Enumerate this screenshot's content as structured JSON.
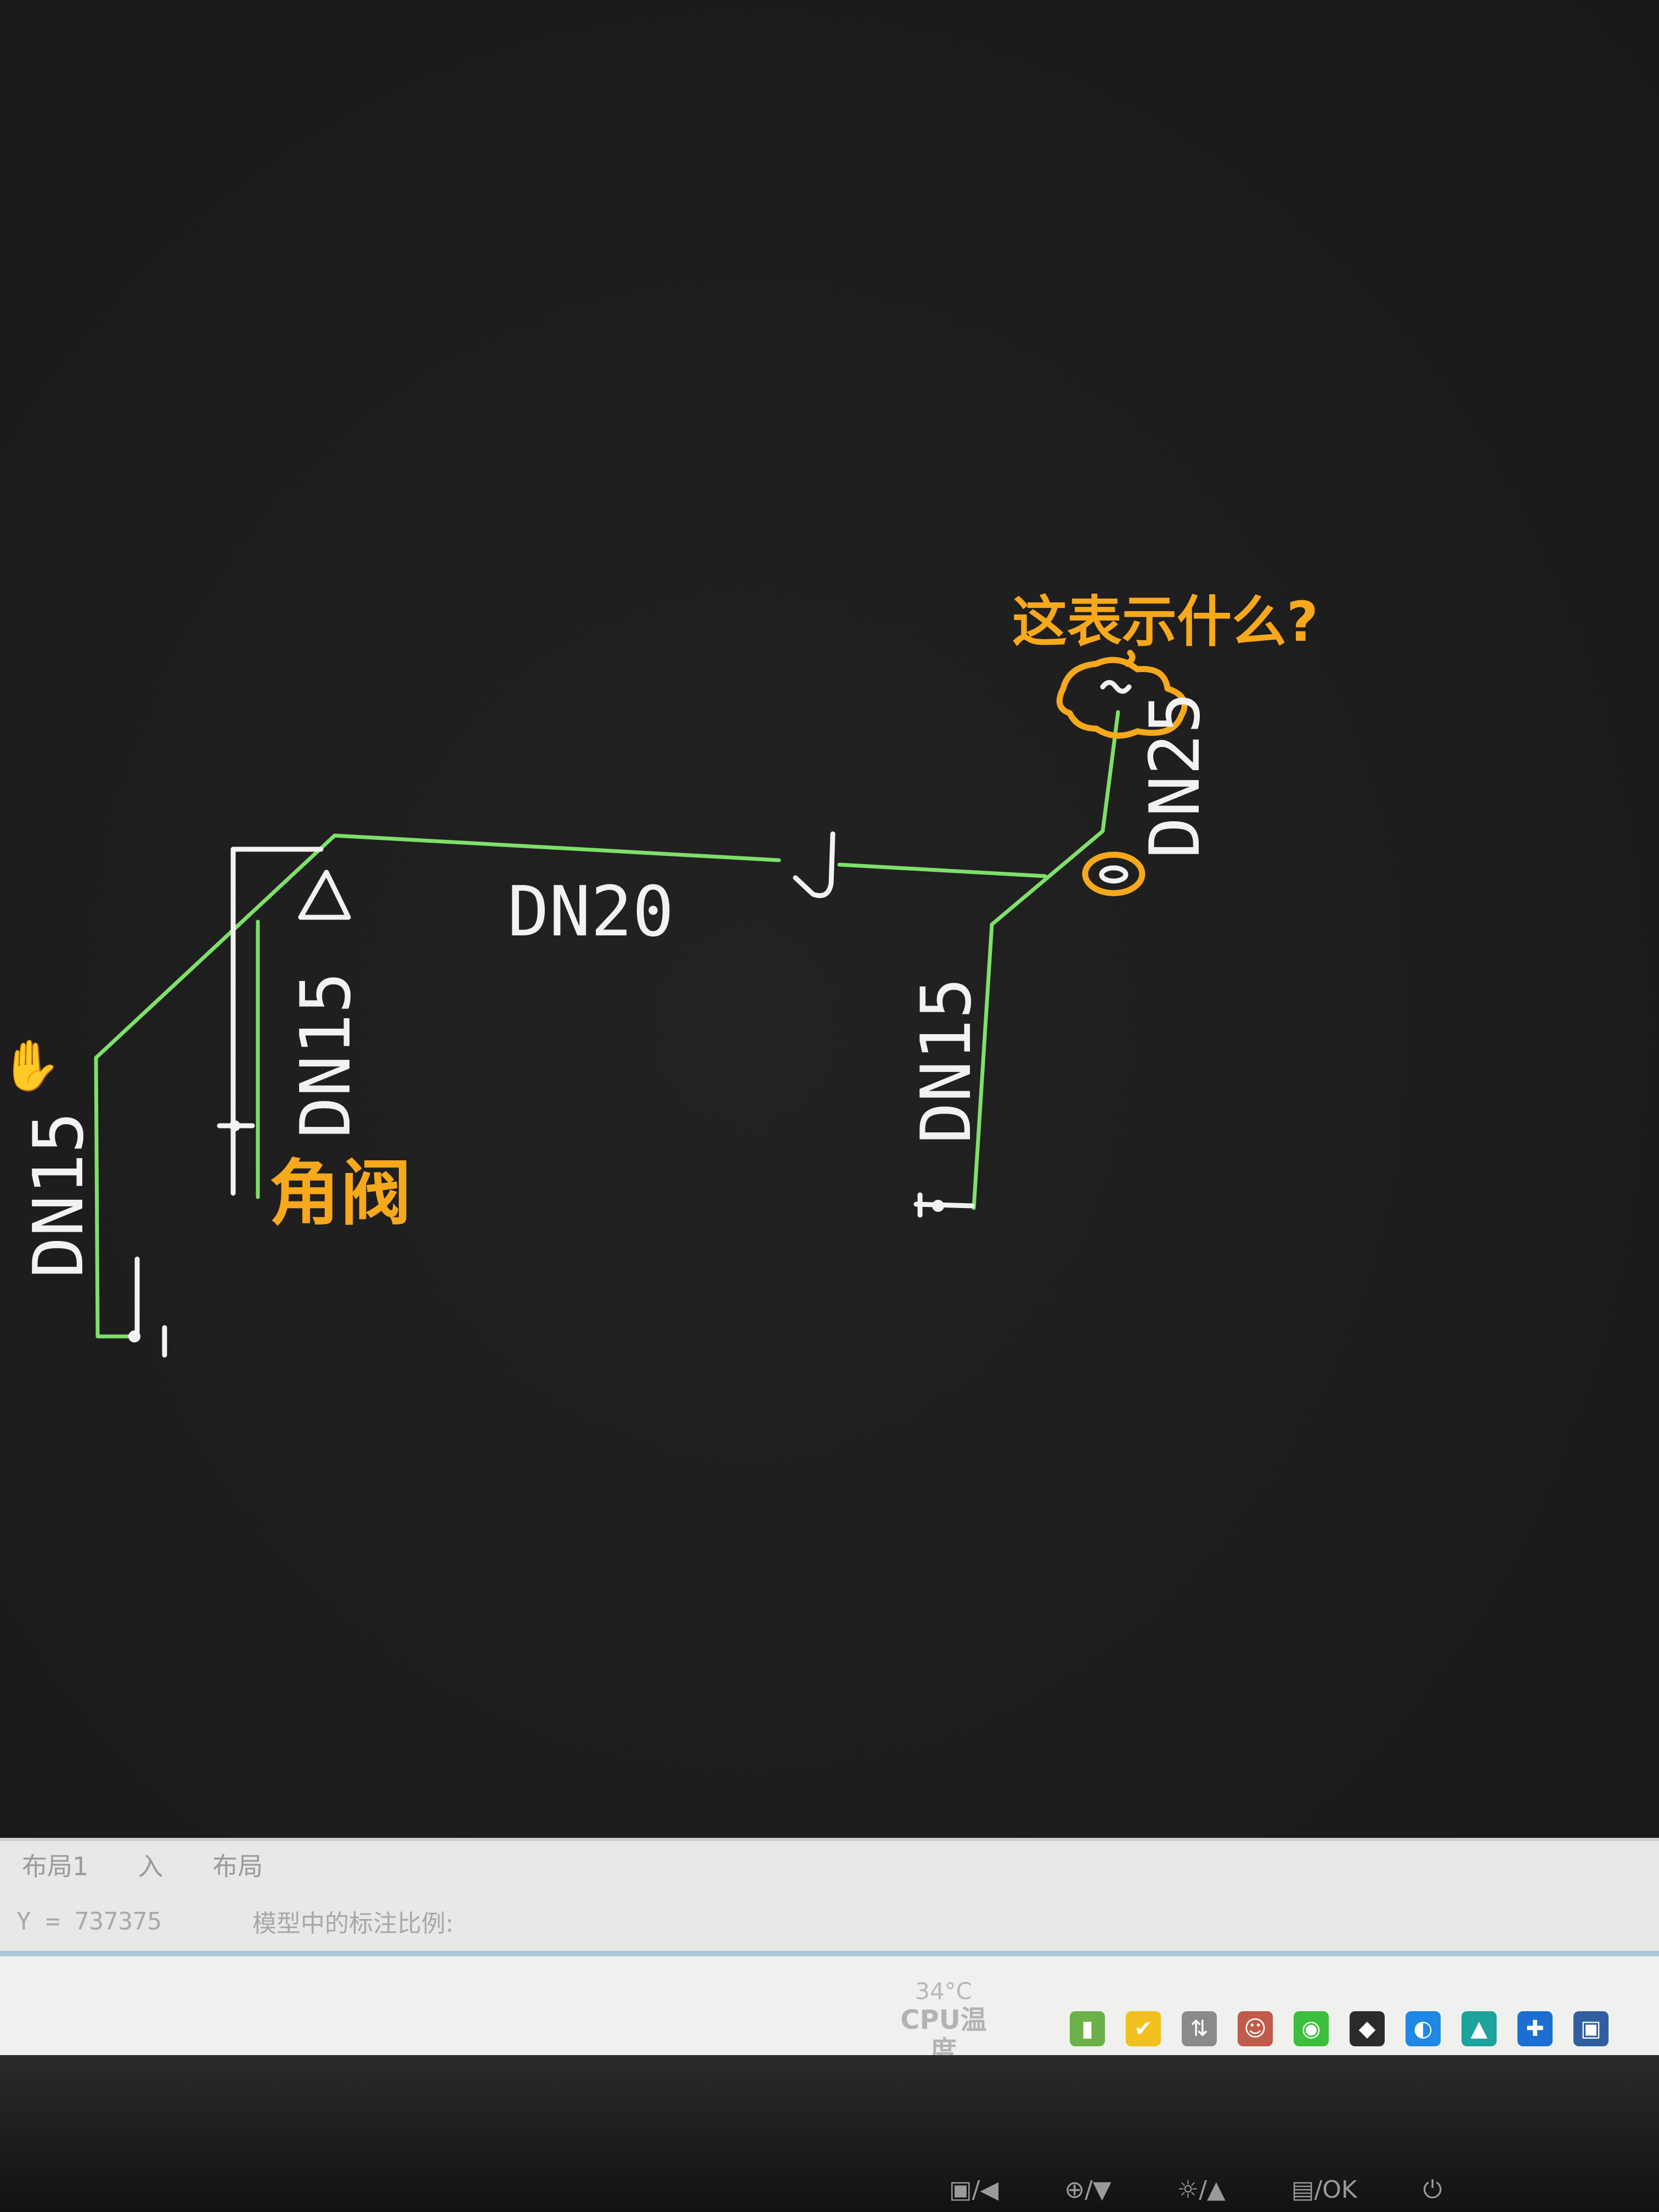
{
  "drawing": {
    "labels": {
      "dn20": "DN20",
      "dn25": "DN25",
      "dn15_left": "DN15",
      "dn15_middle": "DN15",
      "dn15_right": "DN15",
      "meter_symbol": "J"
    },
    "annotations": {
      "question": "这表示什么?",
      "angle_valve": "角阀"
    },
    "colors": {
      "pipe": "#7ee06a",
      "symbol": "#f2f2f2",
      "annotation": "#f7a81b",
      "background": "#1f1e1e"
    }
  },
  "command_area": {
    "tabs": [
      "布局1",
      "入",
      "布局"
    ],
    "coordinate": "Y = 737375",
    "prompt": "模型中的标注比例:"
  },
  "taskbar": {
    "cpu_temp_value": "34°C",
    "cpu_temp_label": "CPU温度",
    "tray_icons": [
      "usb-icon",
      "security-shield-icon",
      "network-icon",
      "user-icon",
      "wechat-icon",
      "nvidia-icon",
      "browser-icon",
      "remote-icon",
      "cloud-icon",
      "display-icon"
    ]
  },
  "monitor": {
    "osd": [
      "▣/◀",
      "⊕/▼",
      "☼/▲",
      "▤/OK",
      "⏻"
    ]
  }
}
